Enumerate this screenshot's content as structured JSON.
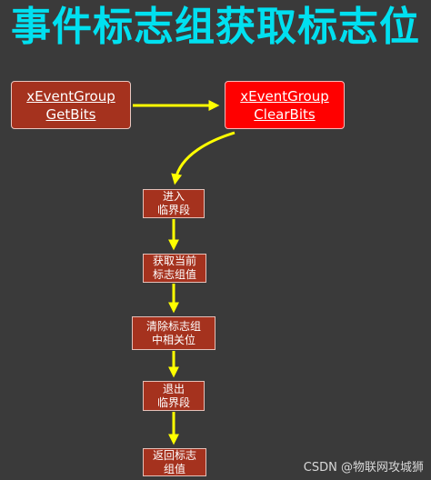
{
  "title": "事件标志组获取标志位",
  "boxes": {
    "getbits": {
      "line1": "xEventGroup",
      "line2": "GetBits"
    },
    "clearbits": {
      "line1": "xEventGroup",
      "line2": "ClearBits"
    }
  },
  "steps": [
    {
      "line1": "进入",
      "line2": "临界段"
    },
    {
      "line1": "获取当前",
      "line2": "标志组值"
    },
    {
      "line1": "清除标志组",
      "line2": "中相关位"
    },
    {
      "line1": "退出",
      "line2": "临界段"
    },
    {
      "line1": "返回标志",
      "line2": "组值"
    }
  ],
  "watermark": "CSDN @物联网攻城狮",
  "colors": {
    "title": "#00e0f0",
    "arrow": "#ffff00",
    "box_dark": "#a5321e",
    "box_red": "#ff0000"
  }
}
